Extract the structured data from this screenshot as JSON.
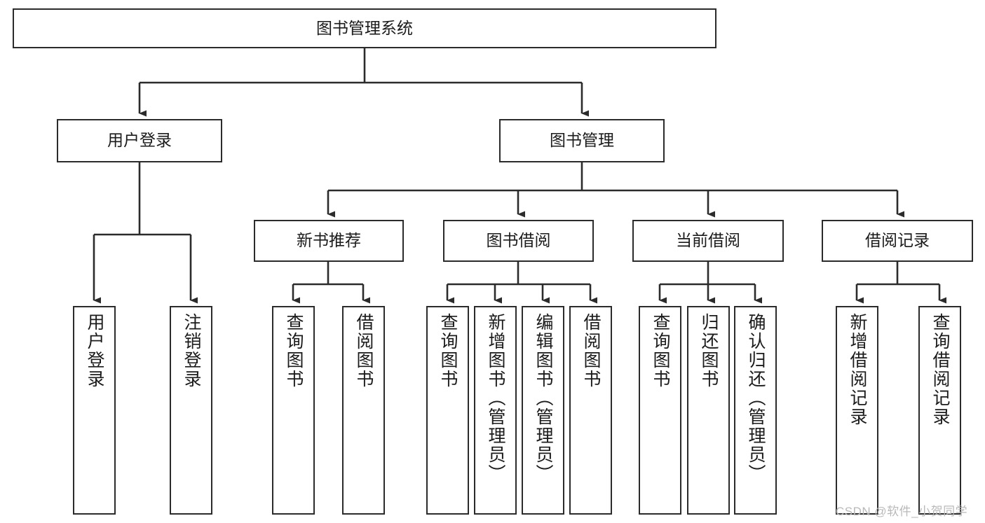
{
  "diagram": {
    "title": "图书管理系统",
    "type": "tree-hierarchy-chart",
    "line_color": "#2b2b2b",
    "box_fill": "#ffffff",
    "text_color": "#1b1b1b",
    "levels": 4
  },
  "nodes": {
    "root": {
      "label": "图书管理系统"
    },
    "level2": [
      {
        "label": "用户登录"
      },
      {
        "label": "图书管理"
      }
    ],
    "level3": [
      {
        "label": "新书推荐"
      },
      {
        "label": "图书借阅"
      },
      {
        "label": "当前借阅"
      },
      {
        "label": "借阅记录"
      }
    ],
    "login_children": [
      {
        "label": "用户登录"
      },
      {
        "label": "注销登录"
      }
    ],
    "newbook_children": [
      {
        "label": "查询图书"
      },
      {
        "label": "借阅图书"
      }
    ],
    "borrow_children": [
      {
        "label": "查询图书"
      },
      {
        "label": "新增图书（管理员）"
      },
      {
        "label": "编辑图书（管理员）"
      },
      {
        "label": "借阅图书"
      }
    ],
    "current_children": [
      {
        "label": "查询图书"
      },
      {
        "label": "归还图书"
      },
      {
        "label": "确认归还（管理员）"
      }
    ],
    "record_children": [
      {
        "label": "新增借阅记录"
      },
      {
        "label": "查询借阅记录"
      }
    ]
  },
  "watermark": {
    "text": "CSDN @软件_小贺同学"
  }
}
